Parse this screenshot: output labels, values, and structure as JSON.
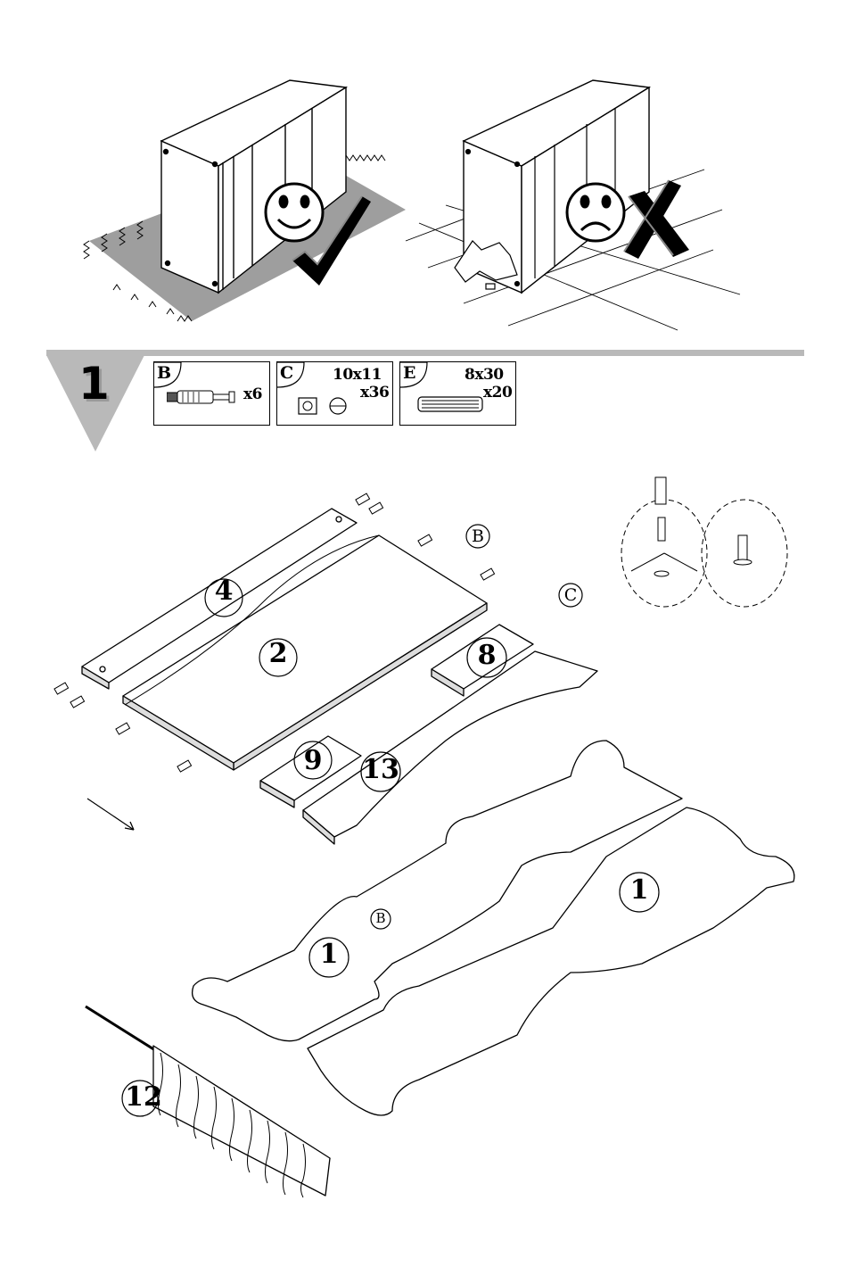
{
  "step": {
    "number": "1"
  },
  "hardware": [
    {
      "letter": "B",
      "size": "",
      "quantity": "x6",
      "icon": "cam-bolt-icon"
    },
    {
      "letter": "C",
      "size": "10x11",
      "quantity": "x36",
      "icon": "cam-lock-icon"
    },
    {
      "letter": "E",
      "size": "8x30",
      "quantity": "x20",
      "icon": "wooden-dowel-icon"
    }
  ],
  "parts": {
    "p4": "4",
    "p2": "2",
    "p8": "8",
    "p9": "9",
    "p13": "13",
    "p1a": "1",
    "p1b": "1",
    "p12": "12"
  },
  "callouts": {
    "b_top": "B",
    "c_top": "C",
    "b_side": "B"
  },
  "warning": {
    "good": "smiley-face-icon",
    "good_mark": "check-mark-icon",
    "bad": "sad-face-icon",
    "bad_mark": "cross-mark-icon"
  }
}
